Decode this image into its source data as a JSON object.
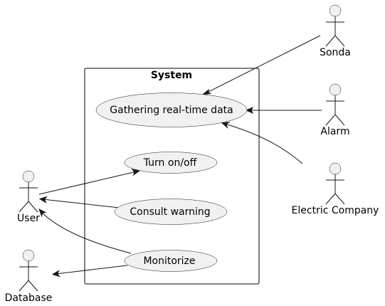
{
  "system": {
    "title": "System"
  },
  "use_cases": {
    "gathering": "Gathering real-time data",
    "turn_on_off": "Turn on/off",
    "consult_warning": "Consult warning",
    "monitorize": "Monitorize"
  },
  "actors": {
    "user": "User",
    "database": "Database",
    "sonda": "Sonda",
    "alarm": "Alarm",
    "electric_company": "Electric Company"
  },
  "relations": [
    {
      "from": "sonda",
      "to": "gathering",
      "arrow_at": "gathering"
    },
    {
      "from": "alarm",
      "to": "gathering",
      "arrow_at": "gathering"
    },
    {
      "from": "electric_company",
      "to": "gathering",
      "arrow_at": "gathering"
    },
    {
      "from": "user",
      "to": "turn_on_off",
      "arrow_at": "turn_on_off"
    },
    {
      "from": "consult_warning",
      "to": "user",
      "arrow_at": "user"
    },
    {
      "from": "monitorize",
      "to": "user",
      "arrow_at": "user"
    },
    {
      "from": "monitorize",
      "to": "database",
      "arrow_at": "database"
    }
  ],
  "colors": {
    "element_fill": "#f1f1f1",
    "stroke": "#181818",
    "background": "#ffffff"
  }
}
